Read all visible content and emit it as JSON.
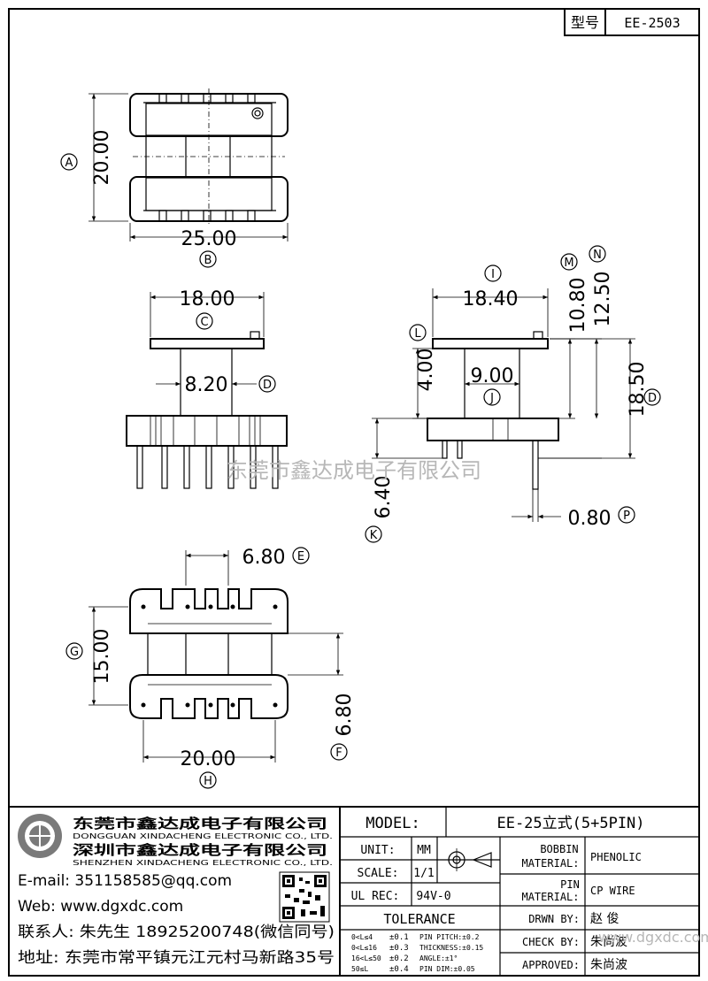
{
  "part_number": {
    "label": "型号",
    "value": "EE-2503"
  },
  "dimensions": {
    "A": {
      "value": "20.00",
      "tag": "A"
    },
    "B": {
      "value": "25.00",
      "tag": "B"
    },
    "C": {
      "value": "18.00",
      "tag": "C"
    },
    "D_width": {
      "value": "8.20",
      "tag": "D"
    },
    "E": {
      "value": "6.80",
      "tag": "E"
    },
    "F": {
      "value": "6.80",
      "tag": "F"
    },
    "G": {
      "value": "15.00",
      "tag": "G"
    },
    "H": {
      "value": "20.00",
      "tag": "H"
    },
    "I": {
      "value": "18.40",
      "tag": "I"
    },
    "J": {
      "value": "9.00",
      "tag": "J"
    },
    "K": {
      "value": "6.40",
      "tag": "K"
    },
    "L": {
      "value": "4.00",
      "tag": "L"
    },
    "M": {
      "value": "10.80",
      "tag": "M"
    },
    "N": {
      "value": "12.50",
      "tag": "N"
    },
    "D_height": {
      "value": "18.50",
      "tag": "D"
    },
    "P": {
      "value": "0.80",
      "tag": "P"
    }
  },
  "watermark": "东莞市鑫达成电子有限公司",
  "company": {
    "name_cn_1": "东莞市鑫达成电子有限公司",
    "name_en_1": "DONGGUAN XINDACHENG ELECTRONIC CO., LTD.",
    "name_cn_2": "深圳市鑫达成电子有限公司",
    "name_en_2": "SHENZHEN XINDACHENG ELECTRONIC CO., LTD.",
    "email": "E-mail: 351158585@qq.com",
    "web": "Web: www.dgxdc.com",
    "contact": "联系人: 朱先生 18925200748(微信同号)",
    "address": "地址: 东莞市常平镇元江元村马新路35号"
  },
  "title_block": {
    "model_label": "MODEL:",
    "model_value": "EE-25立式(5+5PIN)",
    "unit_label": "UNIT:",
    "unit_value": "MM",
    "scale_label": "SCALE:",
    "scale_value": "1/1",
    "ul_label": "UL REC:",
    "ul_value": "94V-0",
    "tolerance_label": "TOLERANCE",
    "tolerances": [
      {
        "range": "0<L≤4",
        "value": "±0.1",
        "item": "PIN PITCH:±0.2"
      },
      {
        "range": "0<L≤16",
        "value": "±0.3",
        "item": "THICKNESS:±0.15"
      },
      {
        "range": "16<L≤50",
        "value": "±0.2",
        "item": "ANGLE:±1°"
      },
      {
        "range": "50≤L",
        "value": "±0.4",
        "item": "PIN DIM:±0.05"
      }
    ],
    "bobbin_label_1": "BOBBIN",
    "bobbin_label_2": "MATERIAL:",
    "bobbin_value": "PHENOLIC",
    "pin_label_1": "PIN",
    "pin_label_2": "MATERIAL:",
    "pin_value": "CP WIRE",
    "drawn_label": "DRWN BY:",
    "drawn_value": "赵 俊",
    "check_label": "CHECK BY:",
    "check_value": "朱尚波",
    "approved_label": "APPROVED:",
    "approved_value": "朱尚波",
    "footer_watermark": "www.dgxdc.com"
  }
}
